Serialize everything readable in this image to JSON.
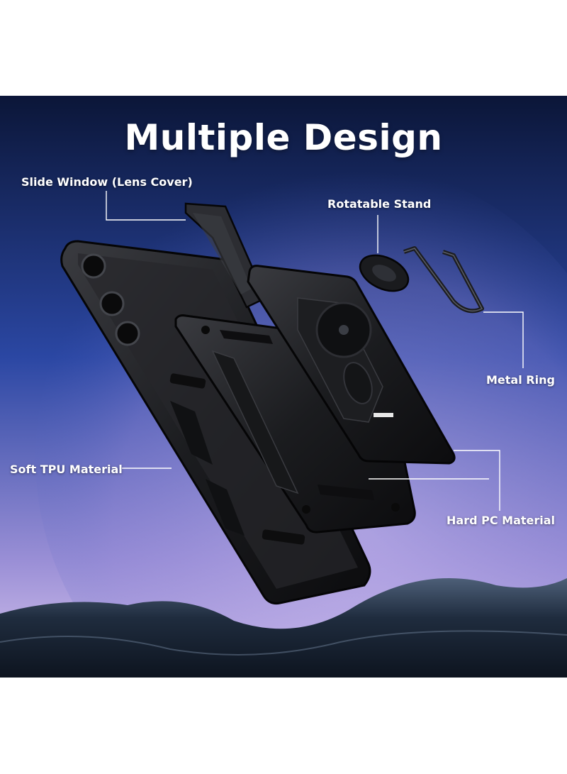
{
  "title": "Multiple Design",
  "labels": {
    "slide_window": "Slide Window (Lens Cover)",
    "rotatable_stand": "Rotatable Stand",
    "metal_ring": "Metal Ring",
    "soft_tpu": "Soft TPU Material",
    "hard_pc": "Hard PC Material"
  },
  "colors": {
    "sky_top": "#0b1638",
    "sky_mid": "#2f4fa8",
    "sky_glow": "#c8b3e6",
    "case_black": "#1a1a1c",
    "rock": "#1e2a3a",
    "line": "#ffffff"
  }
}
